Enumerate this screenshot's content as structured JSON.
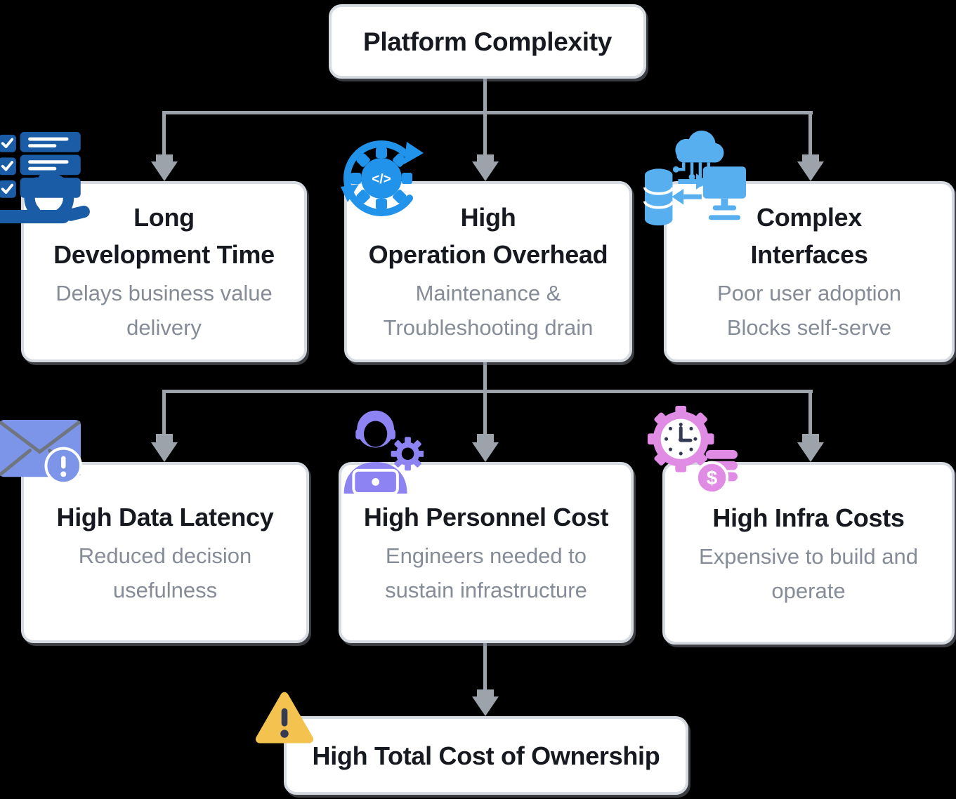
{
  "root": {
    "label": "Platform Complexity"
  },
  "row1": [
    {
      "icon": "servers-sync-icon",
      "title_lines": [
        "Long",
        "Development Time"
      ],
      "subtitle_lines": [
        "Delays business value",
        "delivery"
      ]
    },
    {
      "icon": "gear-code-refresh-icon",
      "title_lines": [
        "High",
        "Operation Overhead"
      ],
      "subtitle_lines": [
        "Maintenance &",
        "Troubleshooting drain"
      ]
    },
    {
      "icon": "cloud-database-monitor-icon",
      "title_lines": [
        "Complex",
        "Interfaces"
      ],
      "subtitle_lines": [
        "Poor user adoption",
        "Blocks self-serve"
      ]
    }
  ],
  "row2": [
    {
      "icon": "envelope-alert-icon",
      "title_lines": [
        "High Data Latency"
      ],
      "subtitle_lines": [
        "Reduced decision",
        "usefulness"
      ]
    },
    {
      "icon": "engineer-laptop-gear-icon",
      "title_lines": [
        "High Personnel Cost"
      ],
      "subtitle_lines": [
        "Engineers needed to",
        "sustain infrastructure"
      ]
    },
    {
      "icon": "gear-clock-coins-icon",
      "title_lines": [
        "High Infra Costs"
      ],
      "subtitle_lines": [
        "Expensive to build and",
        "operate"
      ]
    }
  ],
  "result": {
    "icon": "warning-triangle-icon",
    "label": "High Total Cost of Ownership"
  },
  "colors": {
    "background": "#000000",
    "connector": "#9ca3ab",
    "card_bg": "#ffffff",
    "card_border": "#d6dae1",
    "title_text": "#16191f",
    "subtitle_text": "#858c98",
    "icon_blue_dark": "#1b5ca6",
    "icon_blue": "#2293ea",
    "icon_blue_light": "#58aff0",
    "icon_periwinkle": "#7c95e9",
    "icon_purple": "#8d83f2",
    "icon_pink": "#e08ce4",
    "icon_amber": "#f4c34f",
    "icon_alert_dark": "#343b52"
  }
}
